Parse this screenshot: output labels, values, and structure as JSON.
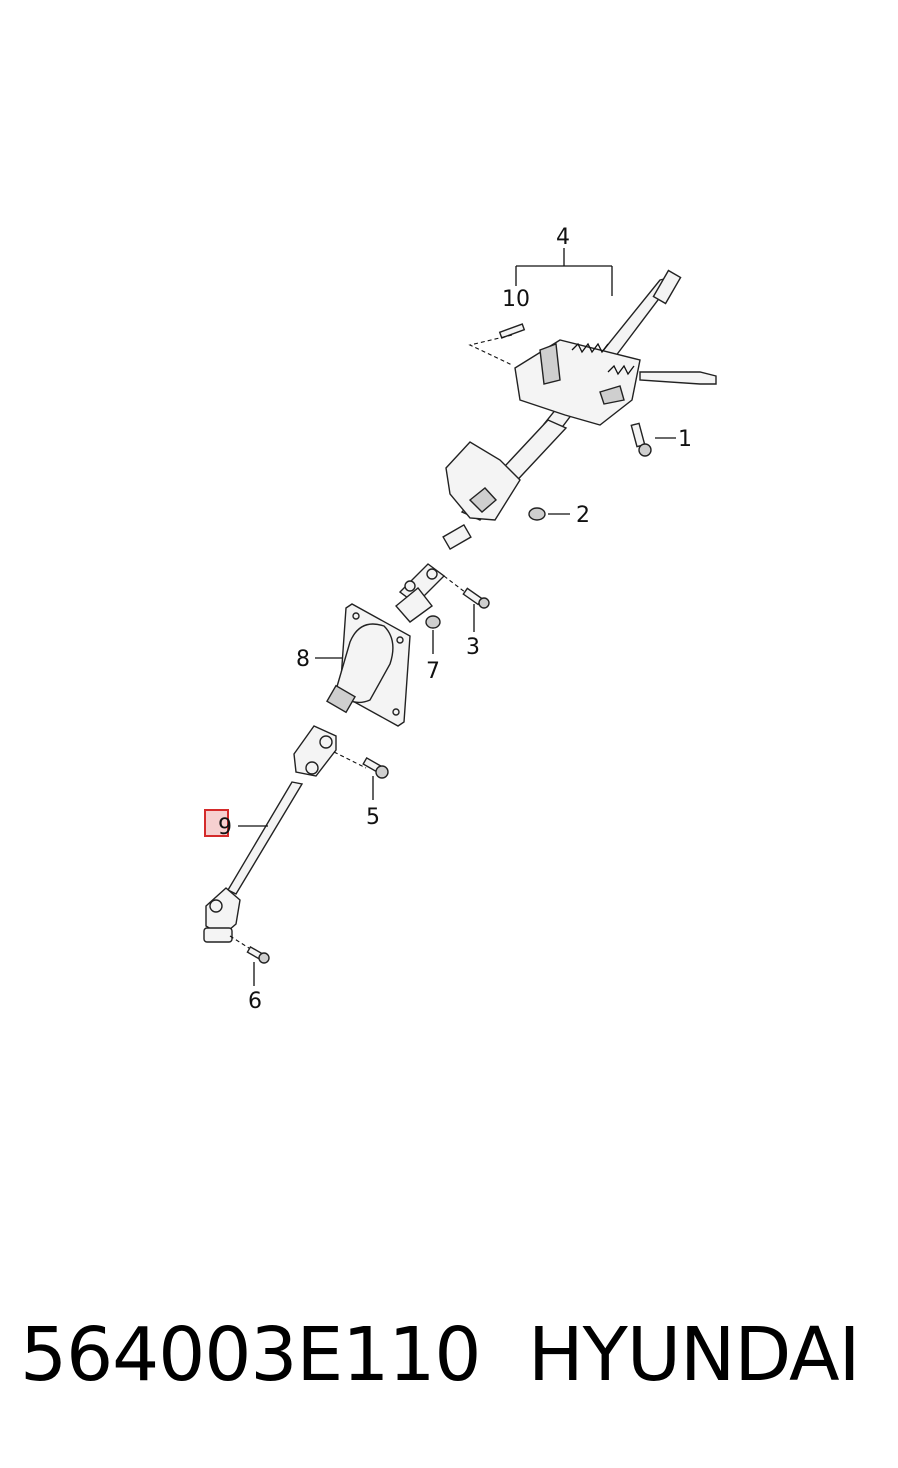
{
  "diagram": {
    "callouts": {
      "c1": "1",
      "c2": "2",
      "c3": "3",
      "c4": "4",
      "c5": "5",
      "c6": "6",
      "c7": "7",
      "c8": "8",
      "c9": "9",
      "c10": "10"
    },
    "highlighted_callout": "9",
    "highlight_color": "#d42a2a"
  },
  "footer": {
    "part_number": "564003E110",
    "brand": "HYUNDAI"
  }
}
